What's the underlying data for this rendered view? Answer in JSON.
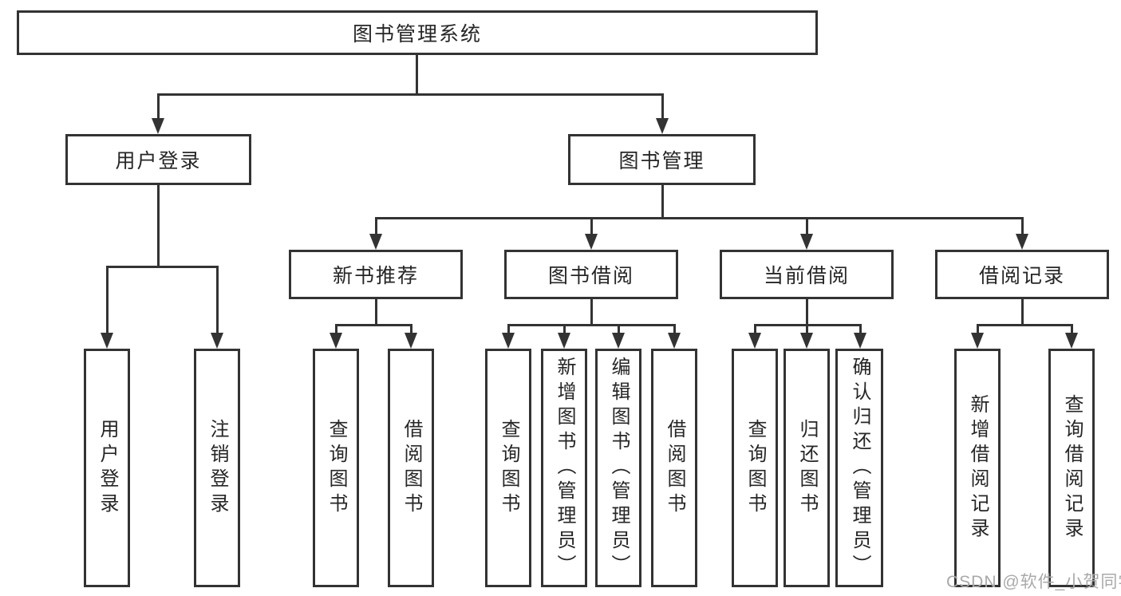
{
  "diagram": {
    "root": "图书管理系统",
    "modules": [
      {
        "label": "用户登录",
        "features": [
          "用户登录",
          "注销登录"
        ]
      },
      {
        "label": "图书管理",
        "submodules": [
          {
            "label": "新书推荐",
            "features": [
              "查询图书",
              "借阅图书"
            ]
          },
          {
            "label": "图书借阅",
            "features": [
              "查询图书",
              "新增图书（管理员）",
              "编辑图书（管理员）",
              "借阅图书"
            ]
          },
          {
            "label": "当前借阅",
            "features": [
              "查询图书",
              "归还图书",
              "确认归还（管理员）"
            ]
          },
          {
            "label": "借阅记录",
            "features": [
              "新增借阅记录",
              "查询借阅记录"
            ]
          }
        ]
      }
    ],
    "watermark": "CSDN @软件_小贺同学",
    "colors": {
      "line": "#333333",
      "text": "#262626",
      "watermark": "#a9a9a9",
      "background": "#ffffff"
    }
  }
}
